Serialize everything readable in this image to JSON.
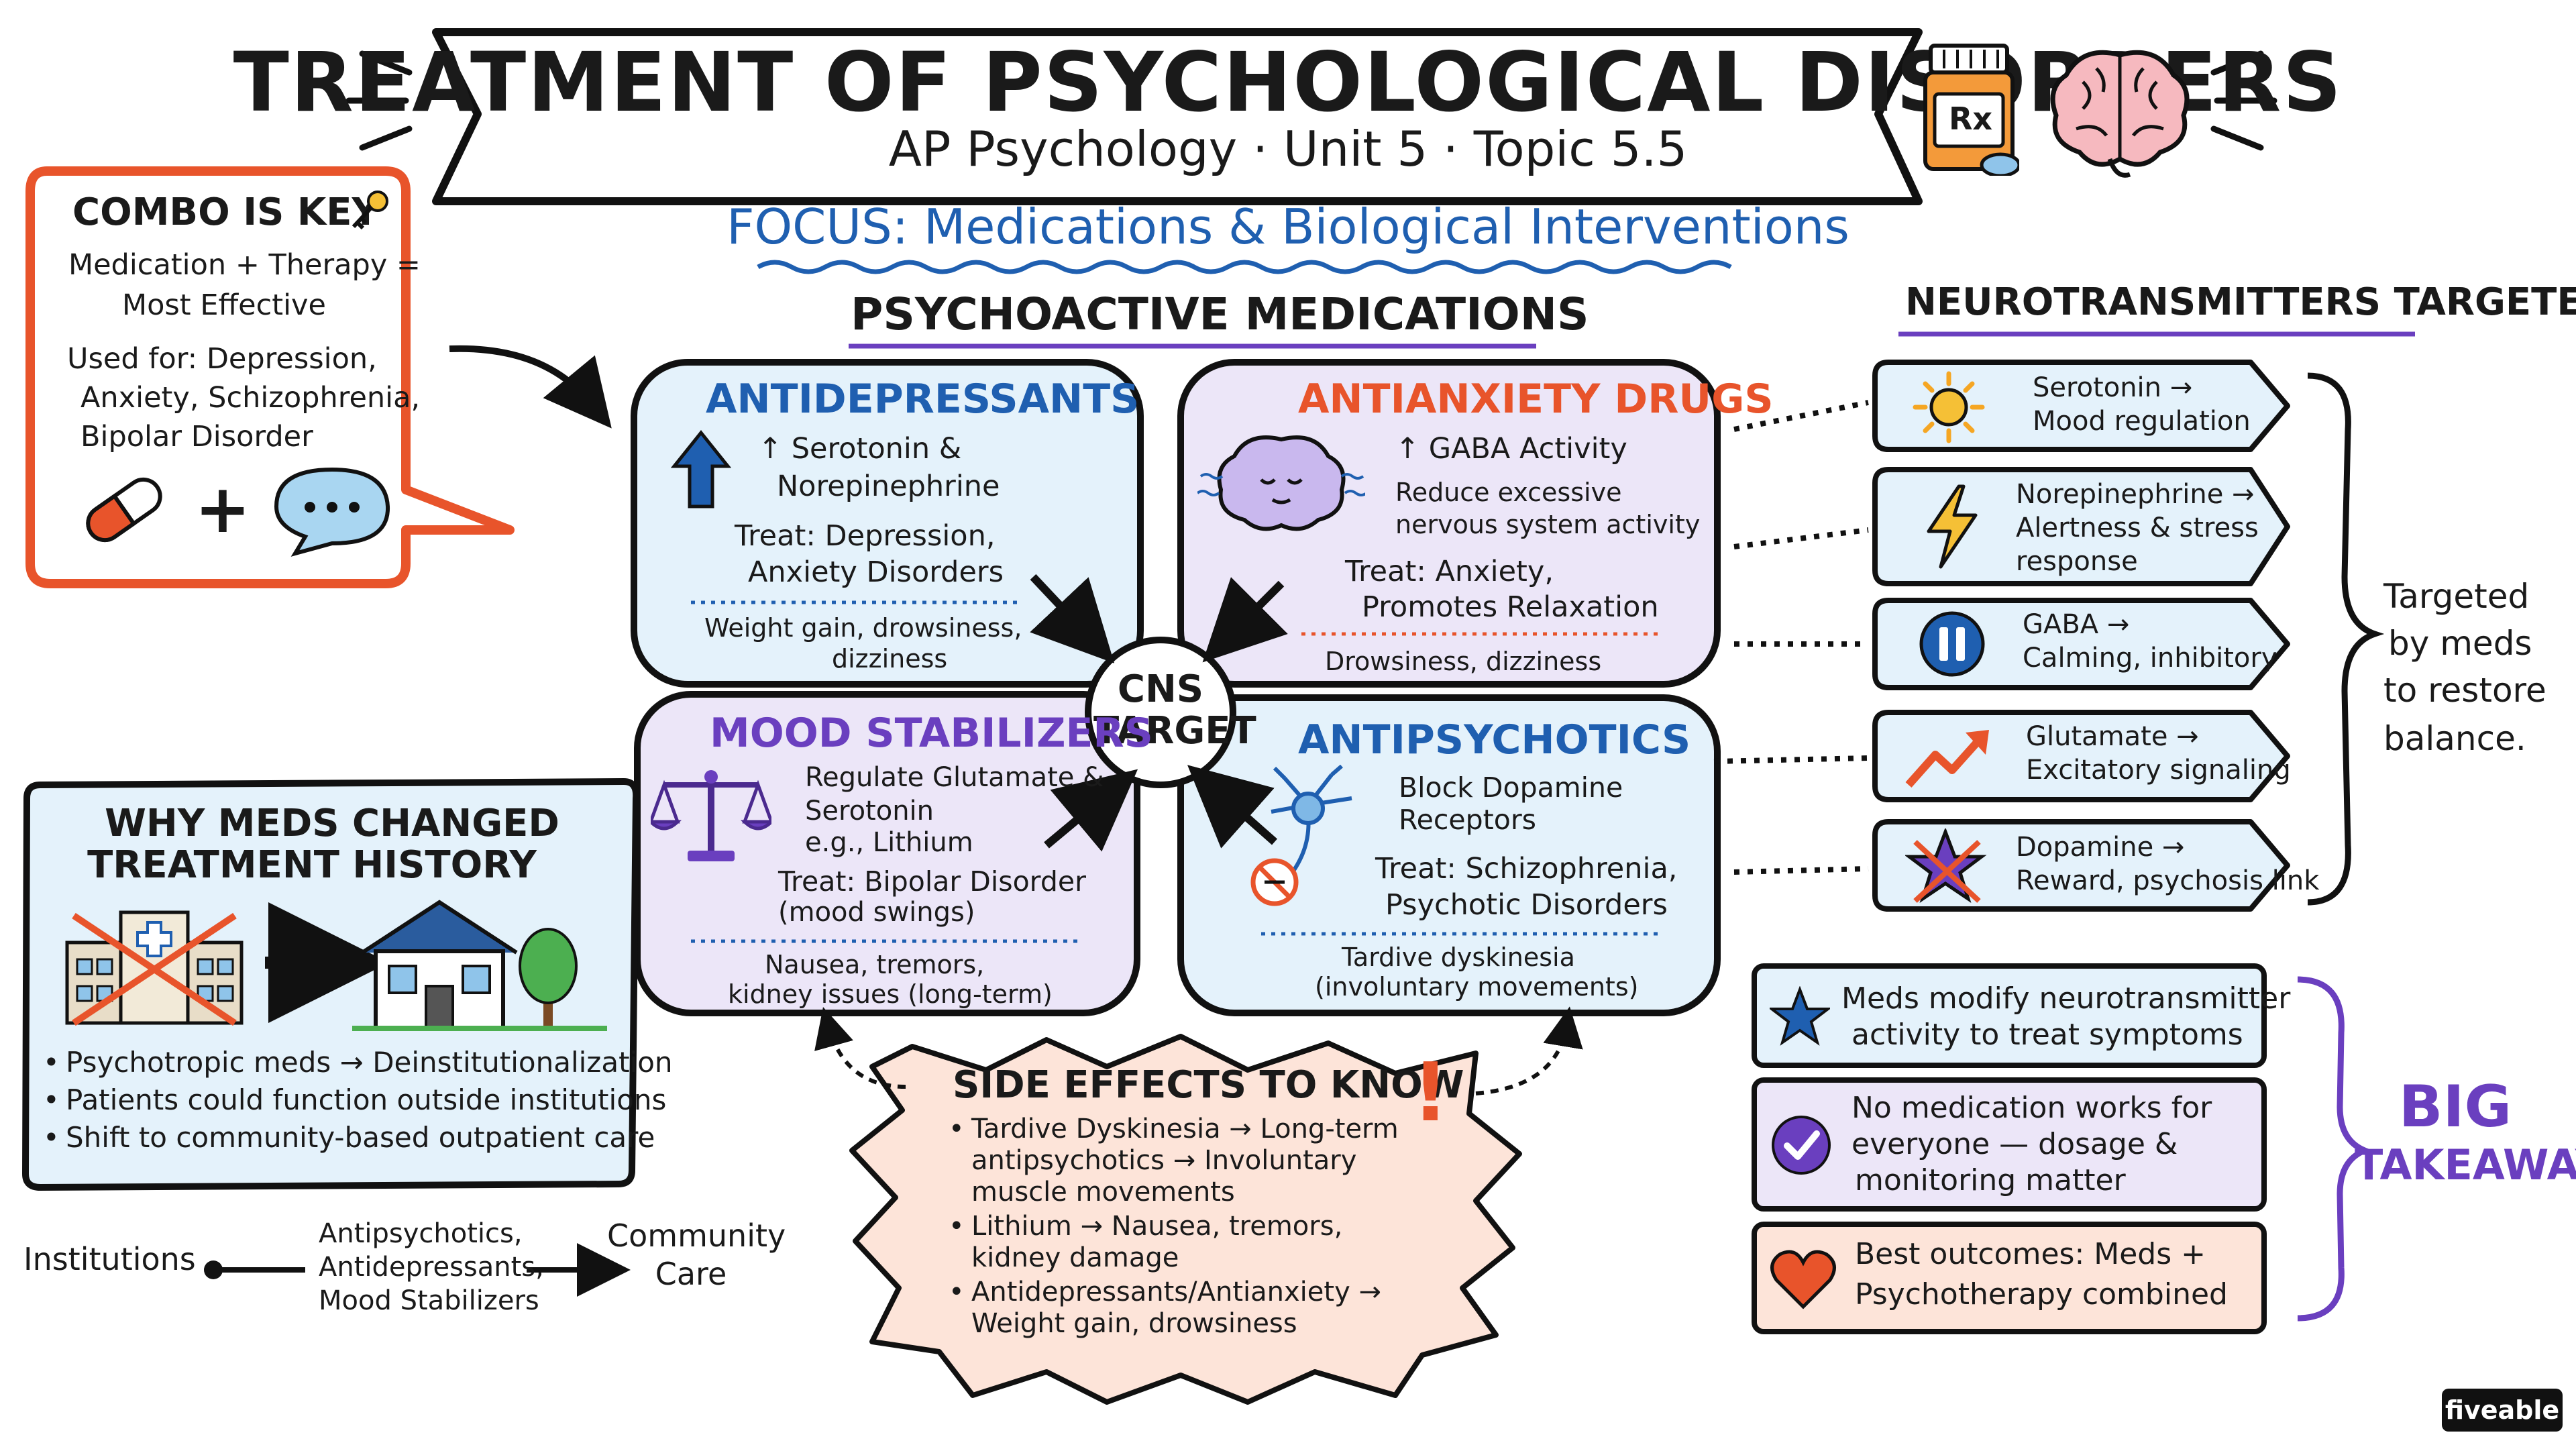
{
  "header": {
    "title": "TREATMENT OF PSYCHOLOGICAL DISORDERS",
    "subtitle": "AP Psychology · Unit 5 · Topic 5.5",
    "focus": "FOCUS: Medications & Biological Interventions",
    "rx_label": "Rx"
  },
  "combo": {
    "heading": "COMBO IS KEY",
    "line1": "Medication + Therapy =",
    "line2": "Most Effective",
    "used1": "Used for: Depression,",
    "used2": "Anxiety, Schizophrenia,",
    "used3": "Bipolar Disorder",
    "plus": "+"
  },
  "psychoactive": {
    "heading": "PSYCHOACTIVE MEDICATIONS",
    "center1": "CNS",
    "center2": "TARGET",
    "antidepressants": {
      "title": "ANTIDEPRESSANTS",
      "l1": "↑ Serotonin &",
      "l2": "Norepinephrine",
      "t1": "Treat: Depression,",
      "t2": "Anxiety Disorders",
      "s1": "Weight gain, drowsiness,",
      "s2": "dizziness"
    },
    "antianxiety": {
      "title": "ANTIANXIETY DRUGS",
      "l1": "↑ GABA Activity",
      "l2": "Reduce excessive",
      "l3": "nervous system activity",
      "t1": "Treat: Anxiety,",
      "t2": "Promotes Relaxation",
      "s1": "Drowsiness, dizziness"
    },
    "mood": {
      "title": "MOOD STABILIZERS",
      "l1": "Regulate Glutamate &",
      "l2": "Serotonin",
      "l3": "e.g., Lithium",
      "t1": "Treat: Bipolar Disorder",
      "t2": "(mood swings)",
      "s1": "Nausea, tremors,",
      "s2": "kidney issues (long-term)"
    },
    "antipsychotics": {
      "title": "ANTIPSYCHOTICS",
      "l1": "Block Dopamine",
      "l2": "Receptors",
      "t1": "Treat: Schizophrenia,",
      "t2": "Psychotic Disorders",
      "s1": "Tardive dyskinesia",
      "s2": "(involuntary movements)"
    }
  },
  "neurotransmitters": {
    "heading": "NEUROTRANSMITTERS TARGETED",
    "items": [
      {
        "l1": "Serotonin →",
        "l2": "Mood regulation",
        "icon": "sun-icon"
      },
      {
        "l1": "Norepinephrine →",
        "l2": "Alertness & stress",
        "l3": "response",
        "icon": "lightning-icon"
      },
      {
        "l1": "GABA →",
        "l2": "Calming, inhibitory",
        "icon": "pause-icon"
      },
      {
        "l1": "Glutamate →",
        "l2": "Excitatory signaling",
        "icon": "trend-up-icon"
      },
      {
        "l1": "Dopamine →",
        "l2": "Reward, psychosis link",
        "icon": "star-icon"
      }
    ],
    "note1": "Targeted",
    "note2": "by meds",
    "note3": "to restore",
    "note4": "balance."
  },
  "history": {
    "heading1": "WHY MEDS CHANGED",
    "heading2": "TREATMENT HISTORY",
    "bullets": [
      "Psychotropic meds → Deinstitutionalization",
      "Patients could function outside institutions",
      "Shift to community-based outpatient care"
    ],
    "timeline_start": "Institutions",
    "timeline_mid1": "Antipsychotics,",
    "timeline_mid2": "Antidepressants,",
    "timeline_mid3": "Mood Stabilizers",
    "timeline_end1": "Community",
    "timeline_end2": "Care"
  },
  "side_effects": {
    "heading": "SIDE EFFECTS TO KNOW",
    "bang": "!",
    "b1a": "Tardive Dyskinesia → Long-term",
    "b1b": "antipsychotics → Involuntary",
    "b1c": "muscle movements",
    "b2a": "Lithium → Nausea, tremors,",
    "b2b": "kidney damage",
    "b3a": "Antidepressants/Antianxiety →",
    "b3b": "Weight gain, drowsiness"
  },
  "takeaways": {
    "items": [
      {
        "l1": "Meds modify neurotransmitter",
        "l2": "activity to treat symptoms",
        "icon": "star-icon"
      },
      {
        "l1": "No medication works for",
        "l2": "everyone — dosage &",
        "l3": "monitoring matter",
        "icon": "check-icon"
      },
      {
        "l1": "Best outcomes: Meds +",
        "l2": "Psychotherapy combined",
        "icon": "heart-icon"
      }
    ],
    "label1": "BIG",
    "label2": "TAKEAWAYS"
  },
  "brand": "fiveable",
  "colors": {
    "blue": "#1f5fb0",
    "orange": "#e8542b",
    "purple": "#6a3fbf",
    "panel_blue": "#e4f2fb",
    "panel_purple": "#ece6f8",
    "panel_peach": "#fde4d9"
  }
}
